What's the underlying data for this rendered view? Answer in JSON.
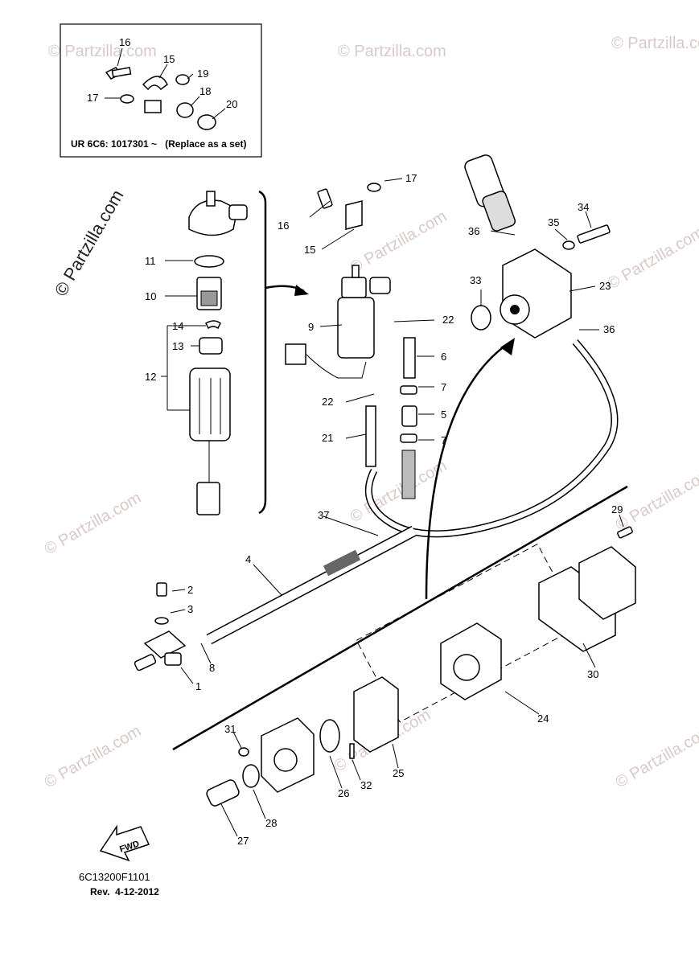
{
  "watermark": "© Partzilla.com",
  "inset": {
    "caption": "UR 6C6: 1017301 ~   (Replace as a set)",
    "labels": [
      "16",
      "15",
      "19",
      "17",
      "18",
      "20"
    ]
  },
  "callouts": {
    "p1": "1",
    "p2": "2",
    "p3": "3",
    "p4": "4",
    "p5": "5",
    "p6": "6",
    "p7a": "7",
    "p7b": "7",
    "p8": "8",
    "p9": "9",
    "p10": "10",
    "p11": "11",
    "p12": "12",
    "p13": "13",
    "p14": "14",
    "p15": "15",
    "p16": "16",
    "p17": "17",
    "p21": "21",
    "p22a": "22",
    "p22b": "22",
    "p23": "23",
    "p24": "24",
    "p25": "25",
    "p26": "26",
    "p27": "27",
    "p28": "28",
    "p29": "29",
    "p30": "30",
    "p31": "31",
    "p32": "32",
    "p33": "33",
    "p34": "34",
    "p35": "35",
    "p36a": "36",
    "p36b": "36",
    "p37": "37"
  },
  "fwd_label": "FWD",
  "footer": {
    "code": "6C13200F1101",
    "revision": "Rev.  4-12-2012"
  }
}
